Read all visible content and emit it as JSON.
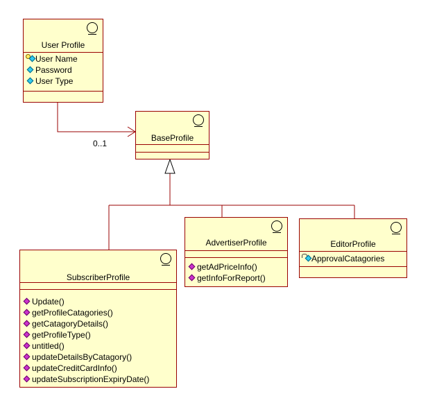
{
  "colors": {
    "class_fill": "#ffffcc",
    "class_border": "#990000",
    "connector": "#990000",
    "attribute_icon": "#33ccee",
    "operation_icon": "#cc33cc"
  },
  "icons": {
    "stereotype": "class-stereotype-icon",
    "attribute": "attribute-diamond-icon",
    "operation": "operation-diamond-icon"
  },
  "classes": {
    "user_profile": {
      "name": "User Profile",
      "attributes": [
        "User Name",
        "Password",
        "User Type"
      ]
    },
    "base_profile": {
      "name": "BaseProfile"
    },
    "advertiser_profile": {
      "name": "AdvertiserProfile",
      "operations": [
        "getAdPriceInfo()",
        "getInfoForReport()"
      ]
    },
    "editor_profile": {
      "name": "EditorProfile",
      "attributes": [
        "ApprovalCatagories"
      ]
    },
    "subscriber_profile": {
      "name": "SubscriberProfile",
      "operations": [
        "Update()",
        "getProfileCatagories()",
        "getCatagoryDetails()",
        "getProfileType()",
        "untitled()",
        "updateDetailsByCatagory()",
        "updateCreditCardInfo()",
        "updateSubscriptionExpiryDate()"
      ]
    }
  },
  "associations": {
    "user_to_base": {
      "multiplicity": "0..1"
    }
  }
}
